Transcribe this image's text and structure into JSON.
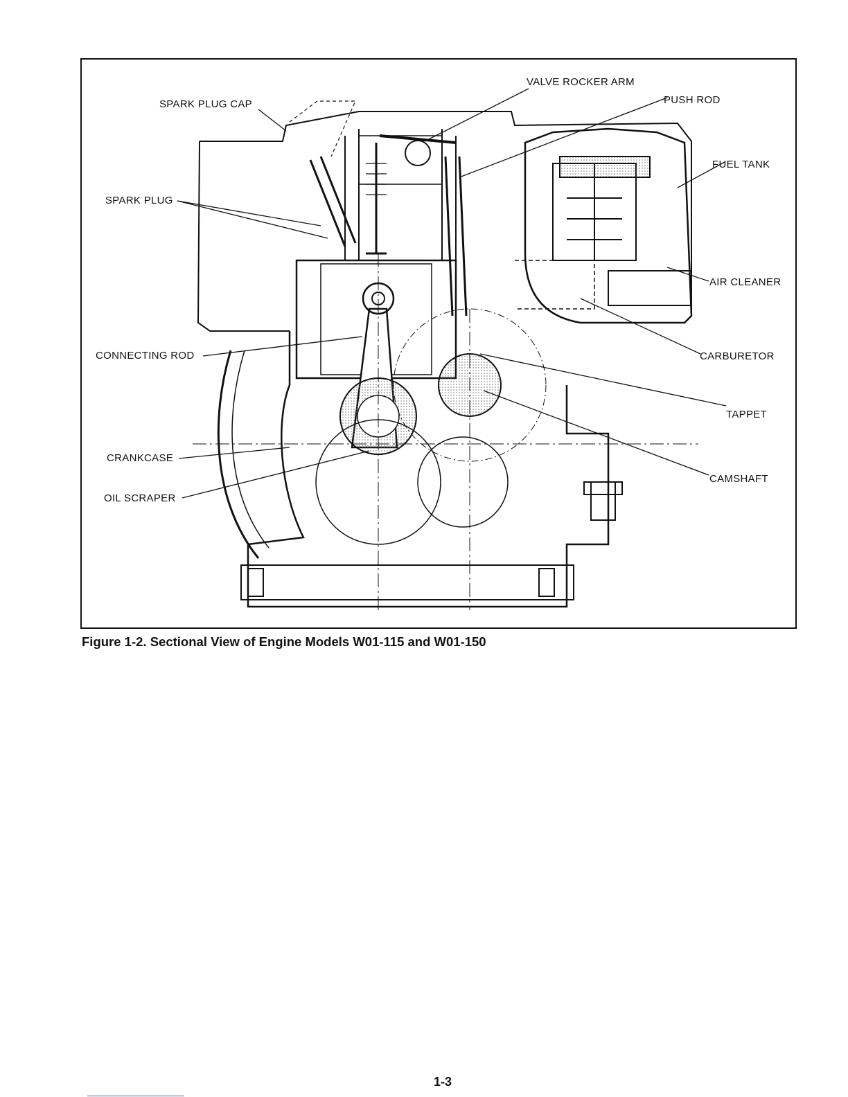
{
  "figure": {
    "caption": "Figure 1-2. Sectional View of Engine Models W01-115 and W01-150",
    "labels": {
      "valve_rocker_arm": "VALVE ROCKER ARM",
      "spark_plug_cap": "SPARK PLUG CAP",
      "push_rod": "PUSH ROD",
      "fuel_tank": "FUEL TANK",
      "spark_plug": "SPARK PLUG",
      "air_cleaner": "AIR CLEANER",
      "connecting_rod": "CONNECTING ROD",
      "carburetor": "CARBURETOR",
      "tappet": "TAPPET",
      "crankcase": "CRANKCASE",
      "camshaft": "CAMSHAFT",
      "oil_scraper": "OIL SCRAPER"
    }
  },
  "page": {
    "number": "1-3"
  }
}
